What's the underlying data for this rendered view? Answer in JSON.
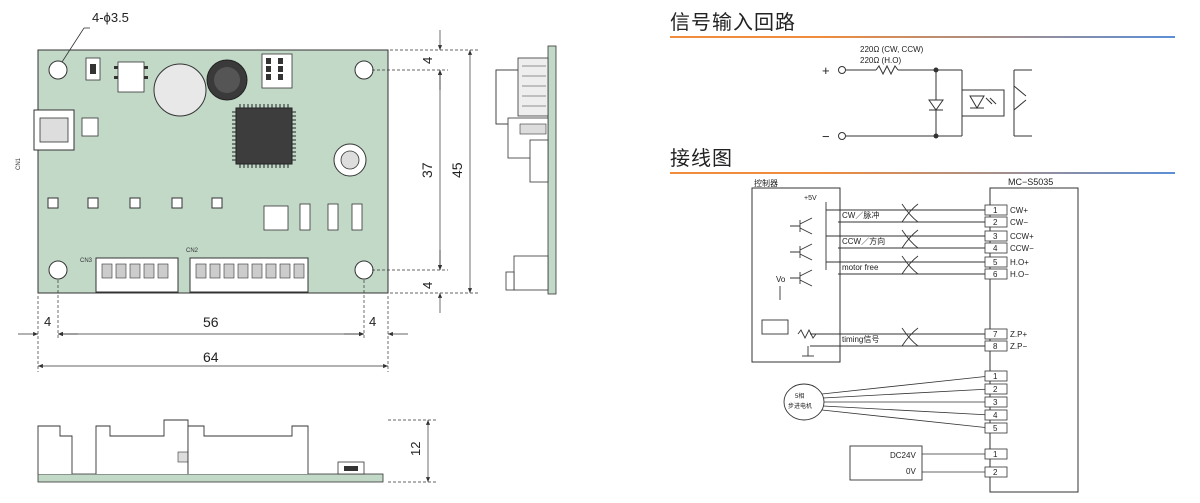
{
  "mech": {
    "hole_note": "4-ϕ3.5",
    "dim_top": "4",
    "dim_37": "37",
    "dim_45": "45",
    "dim_bottom_right": "4",
    "dim_left": "4",
    "dim_56": "56",
    "dim_right": "4",
    "dim_64": "64",
    "dim_12": "12",
    "cn1": "CN1",
    "cn2": "CN2",
    "cn3": "CN3"
  },
  "input_circuit": {
    "title": "信号输入回路",
    "r_label_1": "220Ω (CW, CCW)",
    "r_label_2": "220Ω (H.O)",
    "plus": "+",
    "minus": "−"
  },
  "wiring": {
    "title": "接线图",
    "controller": "控制器",
    "driver": "MC−S5035",
    "plus5v": "+5V",
    "vo": "Vo",
    "sig_cw": "CW／脉冲",
    "sig_ccw": "CCW／方向",
    "sig_free": "motor free",
    "sig_timing": "timing信号",
    "pins": [
      {
        "num": "1",
        "name": "CW+"
      },
      {
        "num": "2",
        "name": "CW−"
      },
      {
        "num": "3",
        "name": "CCW+"
      },
      {
        "num": "4",
        "name": "CCW−"
      },
      {
        "num": "5",
        "name": "H.O+"
      },
      {
        "num": "6",
        "name": "H.O−"
      },
      {
        "num": "7",
        "name": "Z.P+"
      },
      {
        "num": "8",
        "name": "Z.P−"
      }
    ],
    "motor_line1": "5相",
    "motor_line2": "步进电机",
    "motor_pins": [
      "1",
      "2",
      "3",
      "4",
      "5"
    ],
    "power_v": "DC24V",
    "power_0": "0V",
    "power_pins": [
      "1",
      "2"
    ]
  }
}
